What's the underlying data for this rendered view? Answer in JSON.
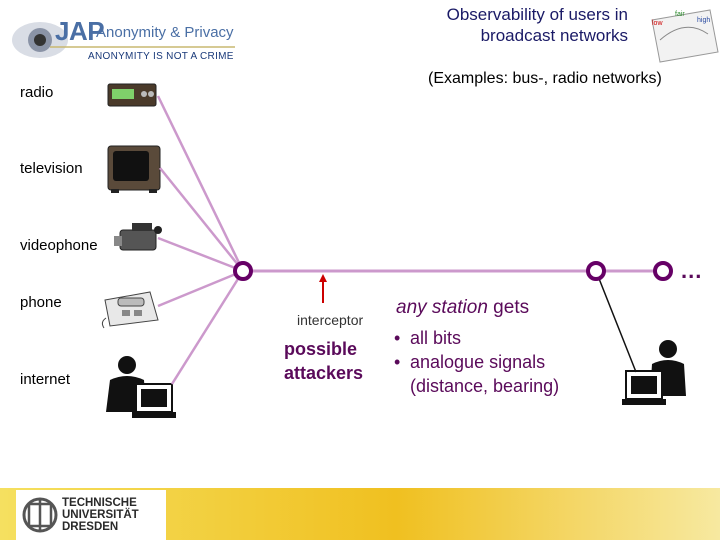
{
  "header": {
    "title_line1": "Observability of users in",
    "title_line2": "broadcast networks",
    "subtitle": "(Examples: bus-, radio networks)"
  },
  "logo": {
    "jap": "JAP",
    "anonymity": "Anonymity & Privacy",
    "tagline": "ANONYMITY IS NOT A CRIME"
  },
  "devices": [
    {
      "label": "radio",
      "icon": "radio-icon"
    },
    {
      "label": "television",
      "icon": "television-icon"
    },
    {
      "label": "videophone",
      "icon": "videophone-icon"
    },
    {
      "label": "phone",
      "icon": "telephone-icon"
    },
    {
      "label": "internet",
      "icon": "computer-user-icon"
    }
  ],
  "network": {
    "ellipsis": "...",
    "line_color": "#cc99cc",
    "node_color": "#660066"
  },
  "attack": {
    "interceptor_label": "interceptor",
    "attackers_line1": "possible",
    "attackers_line2": "attackers",
    "arrow_color": "#cc0000"
  },
  "observation": {
    "lead_emph": "any station",
    "lead_rest": " gets",
    "bullets": [
      {
        "text": "all bits"
      },
      {
        "text": "analogue signals",
        "sub": "(distance, bearing)"
      }
    ]
  },
  "footer": {
    "university_line1": "TECHNISCHE",
    "university_line2": "UNIVERSITÄT",
    "university_line3": "DRESDEN",
    "bar_color": "#f0d040"
  }
}
